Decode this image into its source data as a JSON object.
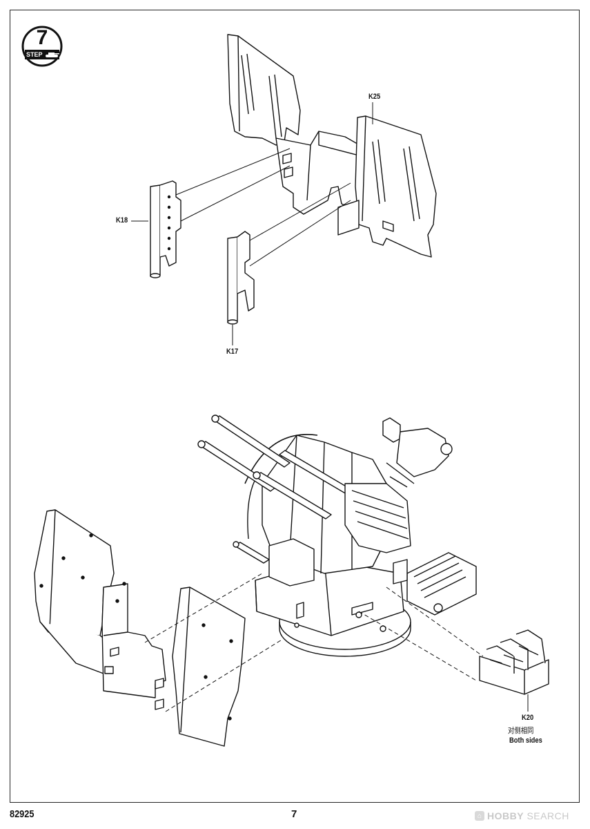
{
  "step": {
    "number": "7",
    "word": "STEP"
  },
  "parts": {
    "k25": "K25",
    "k18": "K18",
    "k17": "K17",
    "k20": "K20",
    "k20_note_cn": "对侧相同",
    "k20_note_en": "Both sides"
  },
  "footer": {
    "kit_number": "82925",
    "page_number": "7"
  },
  "watermark": {
    "brand_bold": "HOBBY",
    "brand_rest": "SEARCH",
    "icon": "hobbysearch-logo-icon"
  }
}
